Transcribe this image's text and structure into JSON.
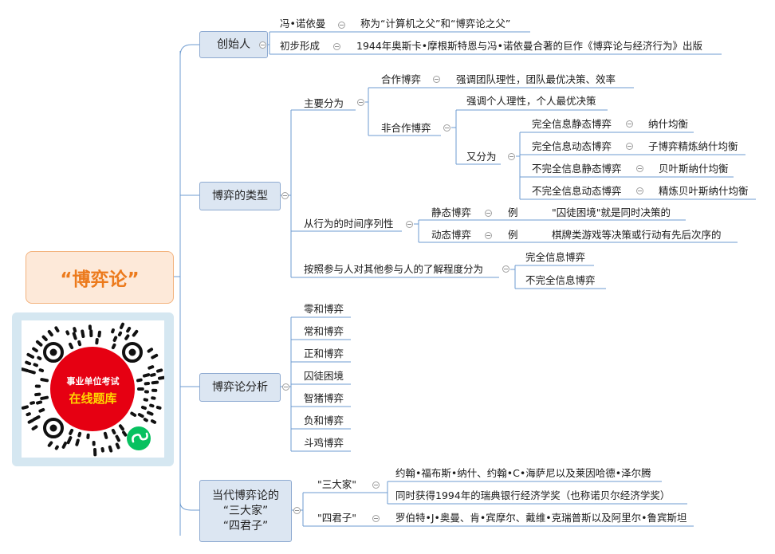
{
  "root": {
    "label": "“博弈论”"
  },
  "qr": {
    "line1": "事业单位考试",
    "line2": "在线题库",
    "accent": "#e02020",
    "badge_icon": "wechat-miniprogram-icon"
  },
  "colors": {
    "line": "#6d9bd0",
    "root_fill": "#fde9d9",
    "root_text": "#ec7a1c",
    "topic_fill": "#dce6f2"
  },
  "branches": {
    "founder": {
      "label": "创始人",
      "items": [
        {
          "label": "冯•诺依曼",
          "detail": "称为“计算机之父”和“博弈论之父”"
        },
        {
          "label": "初步形成",
          "detail": "1944年奥斯卡•摩根斯特恩与冯•诺依曼合著的巨作《博弈论与经济行为》出版"
        }
      ]
    },
    "types": {
      "label": "博弈的类型",
      "main": {
        "label": "主要分为",
        "coop": {
          "label": "合作博弈",
          "detail": "强调团队理性，团队最优决策、效率"
        },
        "noncoop": {
          "label": "非合作博弈",
          "detail": "强调个人理性，个人最优决策",
          "further": {
            "label": "又分为",
            "items": [
              {
                "label": "完全信息静态博弈",
                "detail": "纳什均衡"
              },
              {
                "label": "完全信息动态博弈",
                "detail": "子博弈精炼纳什均衡"
              },
              {
                "label": "不完全信息静态博弈",
                "detail": "贝叶斯纳什均衡"
              },
              {
                "label": "不完全信息动态博弈",
                "detail": "精炼贝叶斯纳什均衡"
              }
            ]
          }
        }
      },
      "timing": {
        "label": "从行为的时间序列性",
        "items": [
          {
            "label": "静态博弈",
            "mid": "例",
            "detail": "\"囚徒困境\"就是同时决策的"
          },
          {
            "label": "动态博弈",
            "mid": "例",
            "detail": "棋牌类游戏等决策或行动有先后次序的"
          }
        ]
      },
      "info": {
        "label": "按照参与人对其他参与人的了解程度分为",
        "items": [
          "完全信息博弈",
          "不完全信息博弈"
        ]
      }
    },
    "analysis": {
      "label": "博弈论分析",
      "items": [
        "零和博弈",
        "常和博弈",
        "正和博弈",
        "囚徒困境",
        "智猪博弈",
        "负和博弈",
        "斗鸡博弈"
      ]
    },
    "contemporary": {
      "label_line1": "当代博弈论的",
      "label_line2": "“三大家”",
      "label_line3": "“四君子”",
      "big3": {
        "label": "\"三大家\"",
        "items": [
          "约翰•福布斯•纳什、约翰•C•海萨尼以及莱因哈德•泽尔腾",
          "同时获得1994年的瑞典银行经济学奖（也称诺贝尔经济学奖）"
        ]
      },
      "four": {
        "label": "\"四君子\"",
        "detail": "罗伯特•J•奥曼、肯•宾摩尔、戴维•克瑞普斯以及阿里尔•鲁宾斯坦"
      }
    }
  }
}
